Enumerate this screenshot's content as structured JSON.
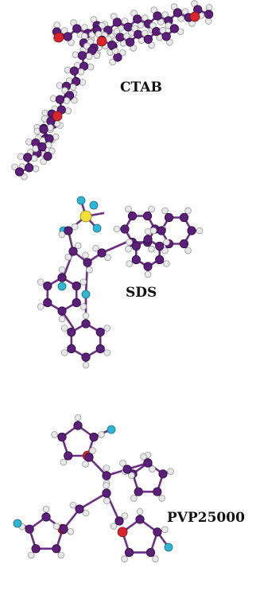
{
  "colors": {
    "background": "#ffffff",
    "carbon": "#5b1f7a",
    "hydrogen": "#e9e9e9",
    "oxygen": "#d7262b",
    "nitrogen": "#2fb6d3",
    "sulfur": "#f0e03a",
    "bond": "#6c2f86"
  },
  "molecules": [
    {
      "id": "ctab",
      "label": "CTAB"
    },
    {
      "id": "sds",
      "label": "SDS"
    },
    {
      "id": "pvp",
      "label": "PVP25000"
    }
  ]
}
